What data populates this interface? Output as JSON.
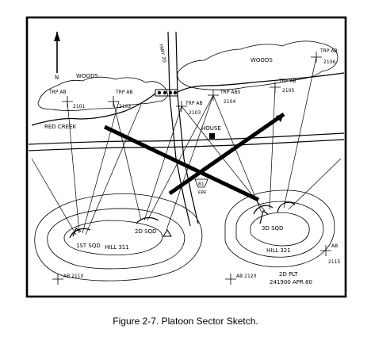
{
  "caption": "Figure 2-7.  Platoon Sector Sketch.",
  "labels": {
    "north": "N",
    "woods_left": "WOODS",
    "woods_right": "WOODS",
    "hwy": "HWY 20",
    "red_creek": "RED CREEK",
    "house": "HOUSE",
    "hill_left": "HILL 311",
    "hill_right": "HILL 321",
    "squad_1": "1ST SQD",
    "squad_2": "2D SQD",
    "squad_3": "3D SQD",
    "plt": "2D PLT",
    "dtg": "241900 APR 80",
    "fpf": "FPF",
    "fpf_num": "81"
  },
  "targets": [
    {
      "id": "trp_2101",
      "line1": "TRP AB",
      "line2": "2101"
    },
    {
      "id": "trp_2102",
      "line1": "TRP AB",
      "line2": "2102"
    },
    {
      "id": "trp_2103",
      "line1": "TRP AB",
      "line2": "2103"
    },
    {
      "id": "trp_2104",
      "line1": "TRP ABS",
      "line2": "2104"
    },
    {
      "id": "trp_2105",
      "line1": "TRP AB",
      "line2": "2105"
    },
    {
      "id": "trp_2106",
      "line1": "TRP AB",
      "line2": "2106"
    },
    {
      "id": "ab_2110",
      "line1": "AB 2110",
      "line2": ""
    },
    {
      "id": "ab_2120",
      "line1": "AB 2120",
      "line2": ""
    },
    {
      "id": "ab_2115",
      "line1": "AB",
      "line2": "2115"
    }
  ]
}
